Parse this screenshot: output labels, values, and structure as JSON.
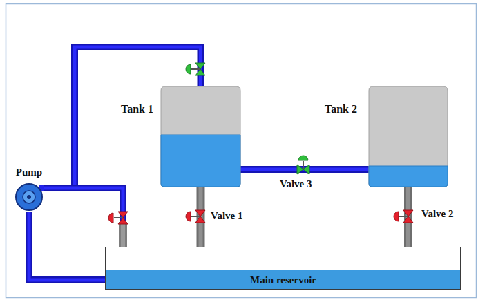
{
  "diagram": {
    "nodes": [
      {
        "text": [
          "Tank 1"
        ]
      },
      {
        "text": [
          "Tank 2"
        ]
      },
      {
        "text": [
          "Pump"
        ]
      },
      {
        "text": [
          "Main reservoir"
        ]
      }
    ],
    "edges": [
      {
        "from": 2,
        "to": 0,
        "arrow": "none"
      },
      {
        "from": 2,
        "to": 3,
        "arrow": "none"
      },
      {
        "from": 0,
        "to": 1,
        "arrow": "none"
      },
      {
        "from": 0,
        "to": 3,
        "arrow": "none"
      },
      {
        "from": 1,
        "to": 3,
        "arrow": "none"
      },
      {
        "from": 3,
        "to": 2,
        "arrow": "none"
      }
    ],
    "labels": [
      "Valve 3",
      "Valve 2",
      "Valve 1"
    ]
  }
}
